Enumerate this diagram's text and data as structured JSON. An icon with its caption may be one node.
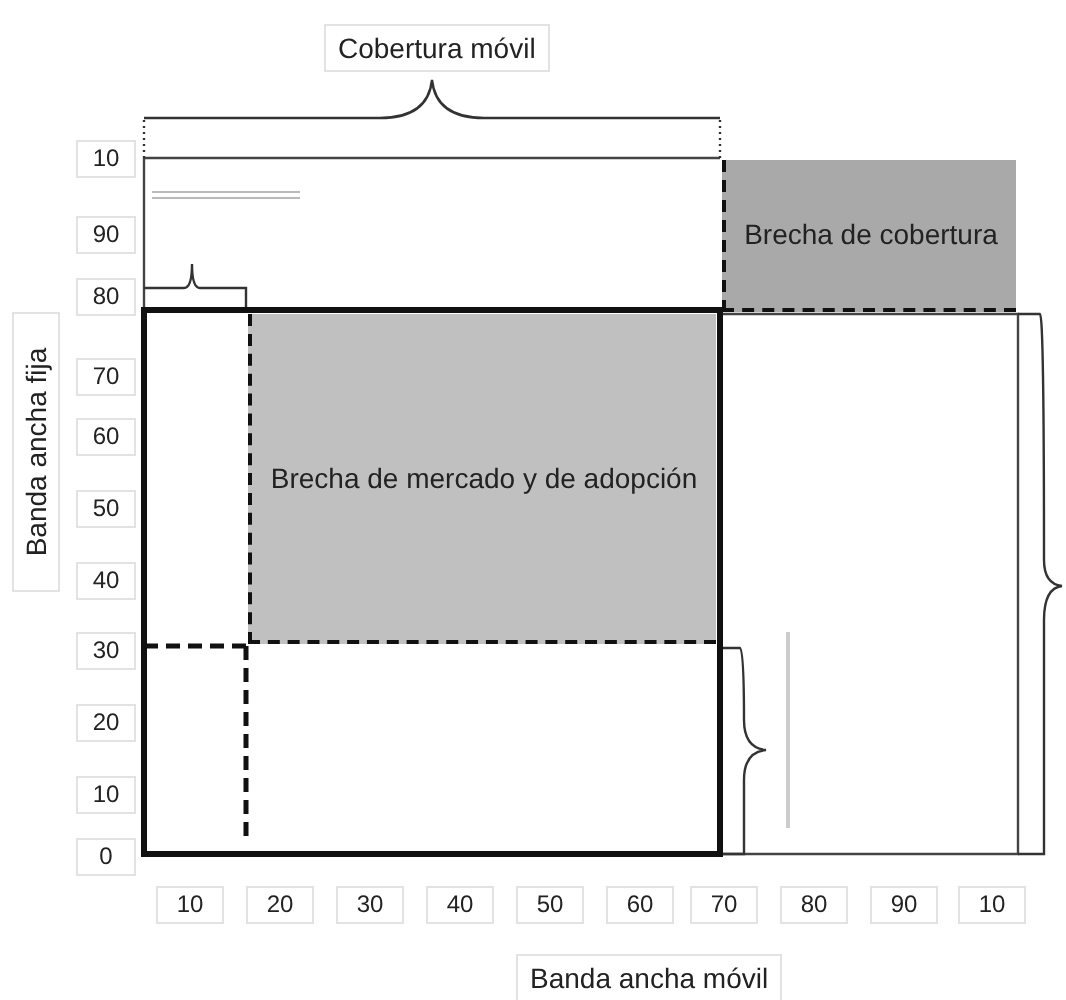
{
  "diagram": {
    "nodes": [
      {
        "text": [
          "Brecha de cobertura"
        ]
      },
      {
        "text": [
          "Brecha de mercado y de adopción"
        ]
      }
    ],
    "labels": [
      "Cobertura móvil",
      "10",
      "90",
      "80",
      "Banda ancha fija",
      "70",
      "60",
      "50",
      "40",
      "30",
      "20",
      "10",
      "0",
      "10",
      "20",
      "30",
      "40",
      "50",
      "60",
      "70",
      "80",
      "90",
      "10",
      "Banda ancha móvil"
    ]
  }
}
